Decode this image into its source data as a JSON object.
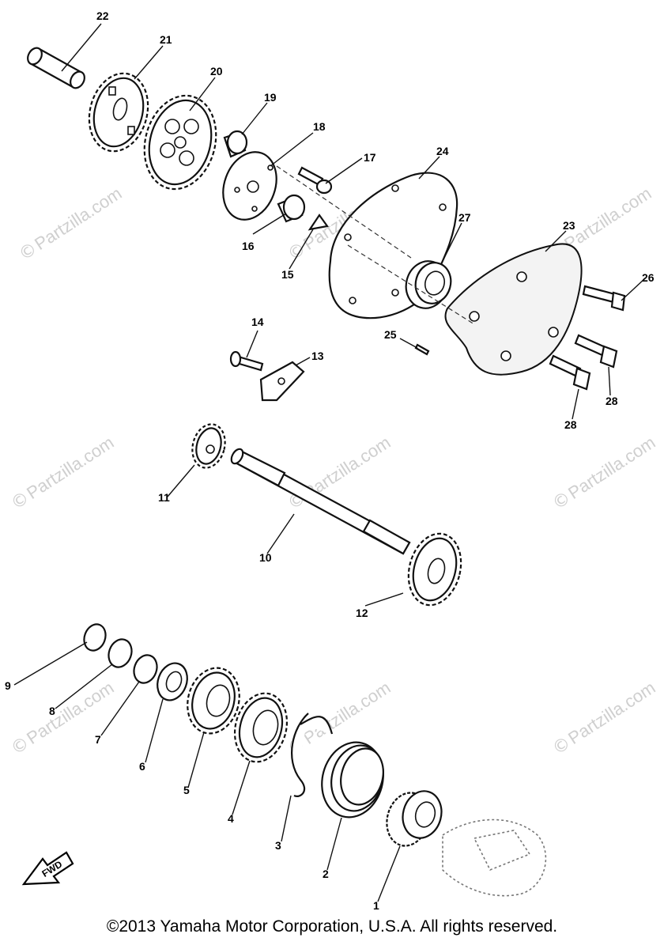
{
  "watermark": {
    "text": "Partzilla.com",
    "symbol": "©"
  },
  "direction_label": "FWD",
  "copyright": "©2013 Yamaha Motor Corporation, U.S.A. All rights reserved.",
  "callouts": [
    "1",
    "2",
    "3",
    "4",
    "5",
    "6",
    "7",
    "8",
    "9",
    "10",
    "11",
    "12",
    "13",
    "14",
    "15",
    "16",
    "17",
    "18",
    "19",
    "20",
    "21",
    "22",
    "23",
    "24",
    "25",
    "26",
    "27",
    "28",
    "28"
  ]
}
